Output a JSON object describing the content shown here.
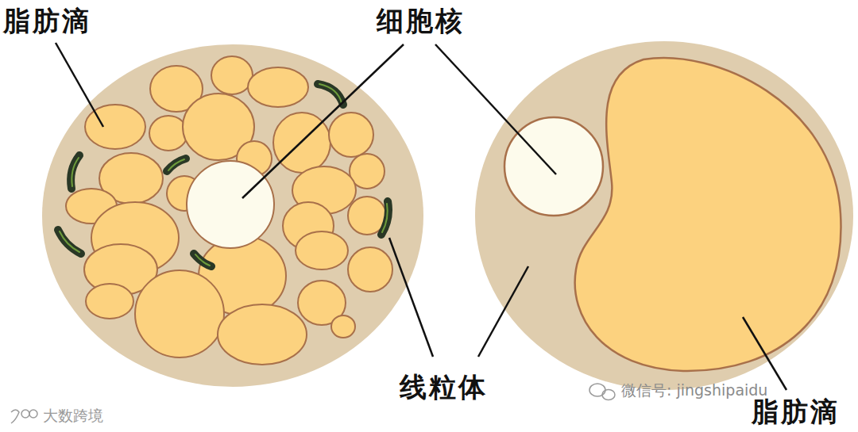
{
  "diagram": {
    "labels": [
      "脂肪滴",
      "细胞核",
      "线粒体",
      "脂肪滴",
      "微信号: jingshipaidu",
      "大数跨境"
    ]
  }
}
